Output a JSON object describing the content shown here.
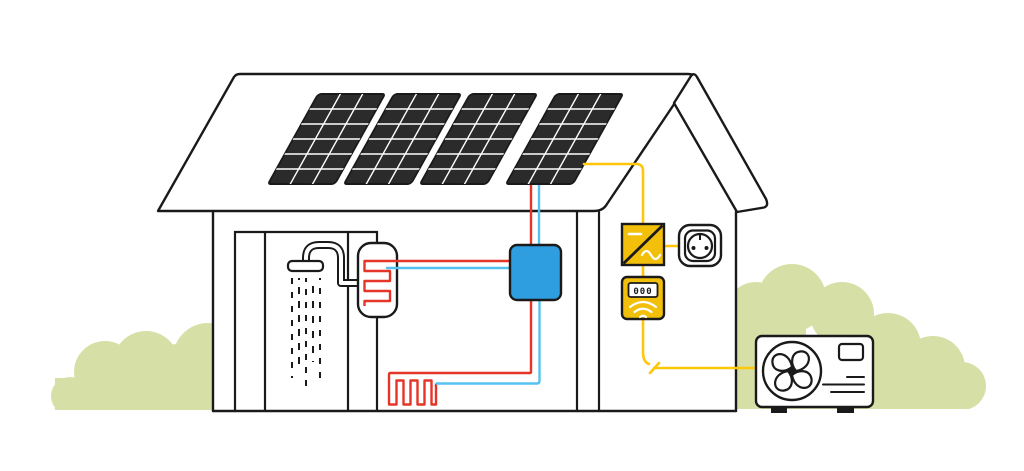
{
  "title": "Home solar energy and heat pump system illustration",
  "meter": {
    "display": "000"
  },
  "components": {
    "solar_panels": "solar-panel-array (4 panels, 3x6 cells)",
    "solar_cable": "yellow-dc-cable",
    "inverter": "dc-ac-inverter",
    "outlet": "schuko-wall-socket",
    "energy_meter": "smart-energy-meter",
    "storage_unit": "blue-hydraulic-storage-unit",
    "water_tank": "hot-water-tank-with-heating-coil",
    "shower": "shower-with-water-drops",
    "floor_heating": "underfloor-heating-loop",
    "heat_pump": "outdoor-heat-pump-fan-unit",
    "bushes": "green-bushes"
  },
  "colors": {
    "outline": "#1a1a1a",
    "panel_dark": "#2b2b2b",
    "cable_yellow": "#ffc60a",
    "device_yellow": "#f2c00a",
    "hot_pipe_red": "#e53528",
    "cold_pipe_blue": "#55c1f0",
    "storage_blue": "#2e9ee0",
    "bush_green": "#d6e0a6",
    "white": "#ffffff"
  }
}
